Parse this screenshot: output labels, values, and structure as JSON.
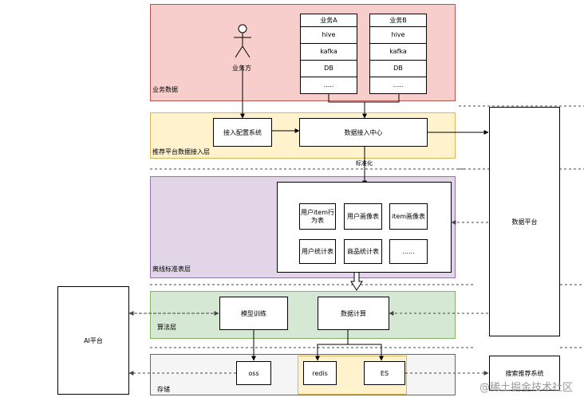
{
  "layers": {
    "business_data": "业务数据",
    "ingest_layer": "推荐平台数据接入层",
    "offline_tables": "离线标准表层",
    "algorithm": "算法层",
    "storage": "存储"
  },
  "actor": "业务方",
  "business_a": {
    "title": "业务A",
    "rows": [
      "hive",
      "kafka",
      "DB",
      "....."
    ]
  },
  "business_b": {
    "title": "业务B",
    "rows": [
      "hive",
      "kafka",
      "DB",
      "....."
    ]
  },
  "access_config": "接入配置系统",
  "data_ingest_center": "数据接入中心",
  "standardize_label": "标准化",
  "tables": {
    "user_item_behavior": "用户item行为表",
    "user_profile": "用户画像表",
    "item_profile": "item画像表",
    "user_stats": "用户统计表",
    "product_stats": "商品统计表",
    "more": "......"
  },
  "data_platform": "数据平台",
  "ai_platform": "AI平台",
  "model_training": "模型训练",
  "data_compute": "数据计算",
  "oss": "oss",
  "redis": "redis",
  "es": "ES",
  "search_rec_system": "搜索推荐系统",
  "watermark": "@稀土掘金技术社区",
  "colors": {
    "business_bg": "#f8cecc",
    "business_border": "#b85450",
    "ingest_bg": "#fff2cc",
    "ingest_border": "#d6b656",
    "offline_bg": "#e1d5e7",
    "offline_border": "#9673a6",
    "algo_bg": "#d5e8d4",
    "algo_border": "#82b366",
    "storage_bg": "#f5f5f5",
    "storage_border": "#666666"
  }
}
